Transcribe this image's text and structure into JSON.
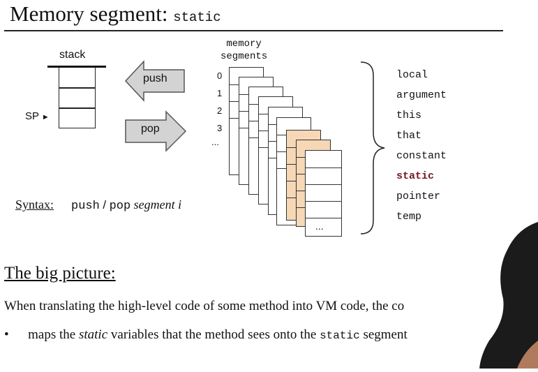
{
  "slide": {
    "title_text": "Memory segment:",
    "title_code": "static"
  },
  "stack": {
    "label": "stack",
    "sp_label": "SP"
  },
  "arrows": {
    "push_label": "push",
    "pop_label": "pop"
  },
  "memory": {
    "label_line1": "memory",
    "label_line2": "segments",
    "indices": [
      "0",
      "1",
      "2",
      "3",
      "..."
    ],
    "ellipsis": "..."
  },
  "segments": [
    "local",
    "argument",
    "this",
    "that",
    "constant",
    "static",
    "pointer",
    "temp"
  ],
  "syntax": {
    "label": "Syntax:",
    "push": "push",
    "slash": "/",
    "pop": "pop",
    "segment": "segment",
    "i": "i"
  },
  "big_picture": {
    "heading": "The big picture:",
    "line1": "When translating the high-level code of some method into VM code, the co",
    "bullet_marker": "•",
    "bullet_a": "maps the ",
    "bullet_static_em": "static",
    "bullet_b": " variables that the method sees onto the ",
    "bullet_code": "static",
    "bullet_c": " segment"
  },
  "colors": {
    "highlight": "#f6d7b6",
    "static_text": "#7b1420"
  }
}
